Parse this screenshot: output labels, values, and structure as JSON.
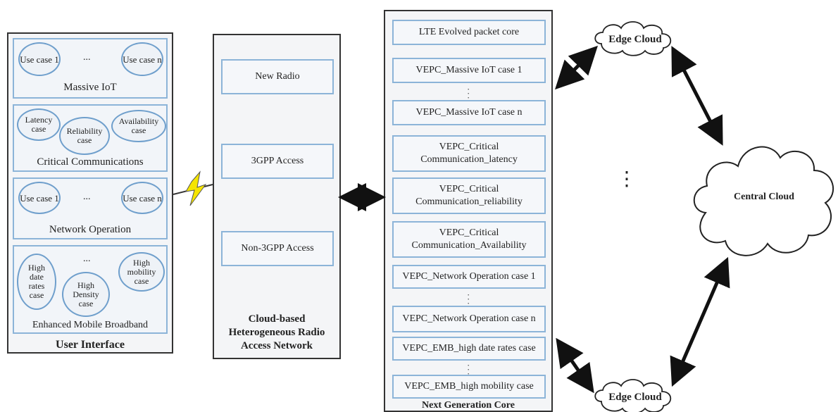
{
  "user_interface": {
    "title": "User Interface",
    "massive_iot": {
      "label": "Massive IoT",
      "items": [
        "Use case 1",
        "...",
        "Use case n"
      ]
    },
    "critical": {
      "label": "Critical Communications",
      "items": [
        "Latency case",
        "Reliability case",
        "Availability case"
      ]
    },
    "network_op": {
      "label": "Network Operation",
      "items": [
        "Use case 1",
        "...",
        "Use case n"
      ]
    },
    "embb": {
      "label": "Enhanced Mobile Broadband",
      "items": [
        "High date rates case",
        "...",
        "High Density case",
        "High mobility case"
      ]
    }
  },
  "ran": {
    "title": "Cloud-based Heterogeneous Radio Access Network",
    "items": [
      "New Radio",
      "3GPP Access",
      "Non-3GPP Access"
    ]
  },
  "core": {
    "title": "Next Generation Core",
    "items": [
      "LTE Evolved packet core",
      "VEPC_Massive IoT case 1",
      "VEPC_Massive IoT case n",
      "VEPC_Critical Communication_latency",
      "VEPC_Critical Communication_reliability",
      "VEPC_Critical Communication_Availability",
      "VEPC_Network Operation case 1",
      "VEPC_Network Operation case n",
      "VEPC_EMB_high date rates case",
      "VEPC_EMB_high mobility case"
    ]
  },
  "clouds": {
    "edge_top": "Edge Cloud",
    "central": "Central Cloud",
    "edge_bottom": "Edge Cloud",
    "ellipsis": "⋮"
  }
}
